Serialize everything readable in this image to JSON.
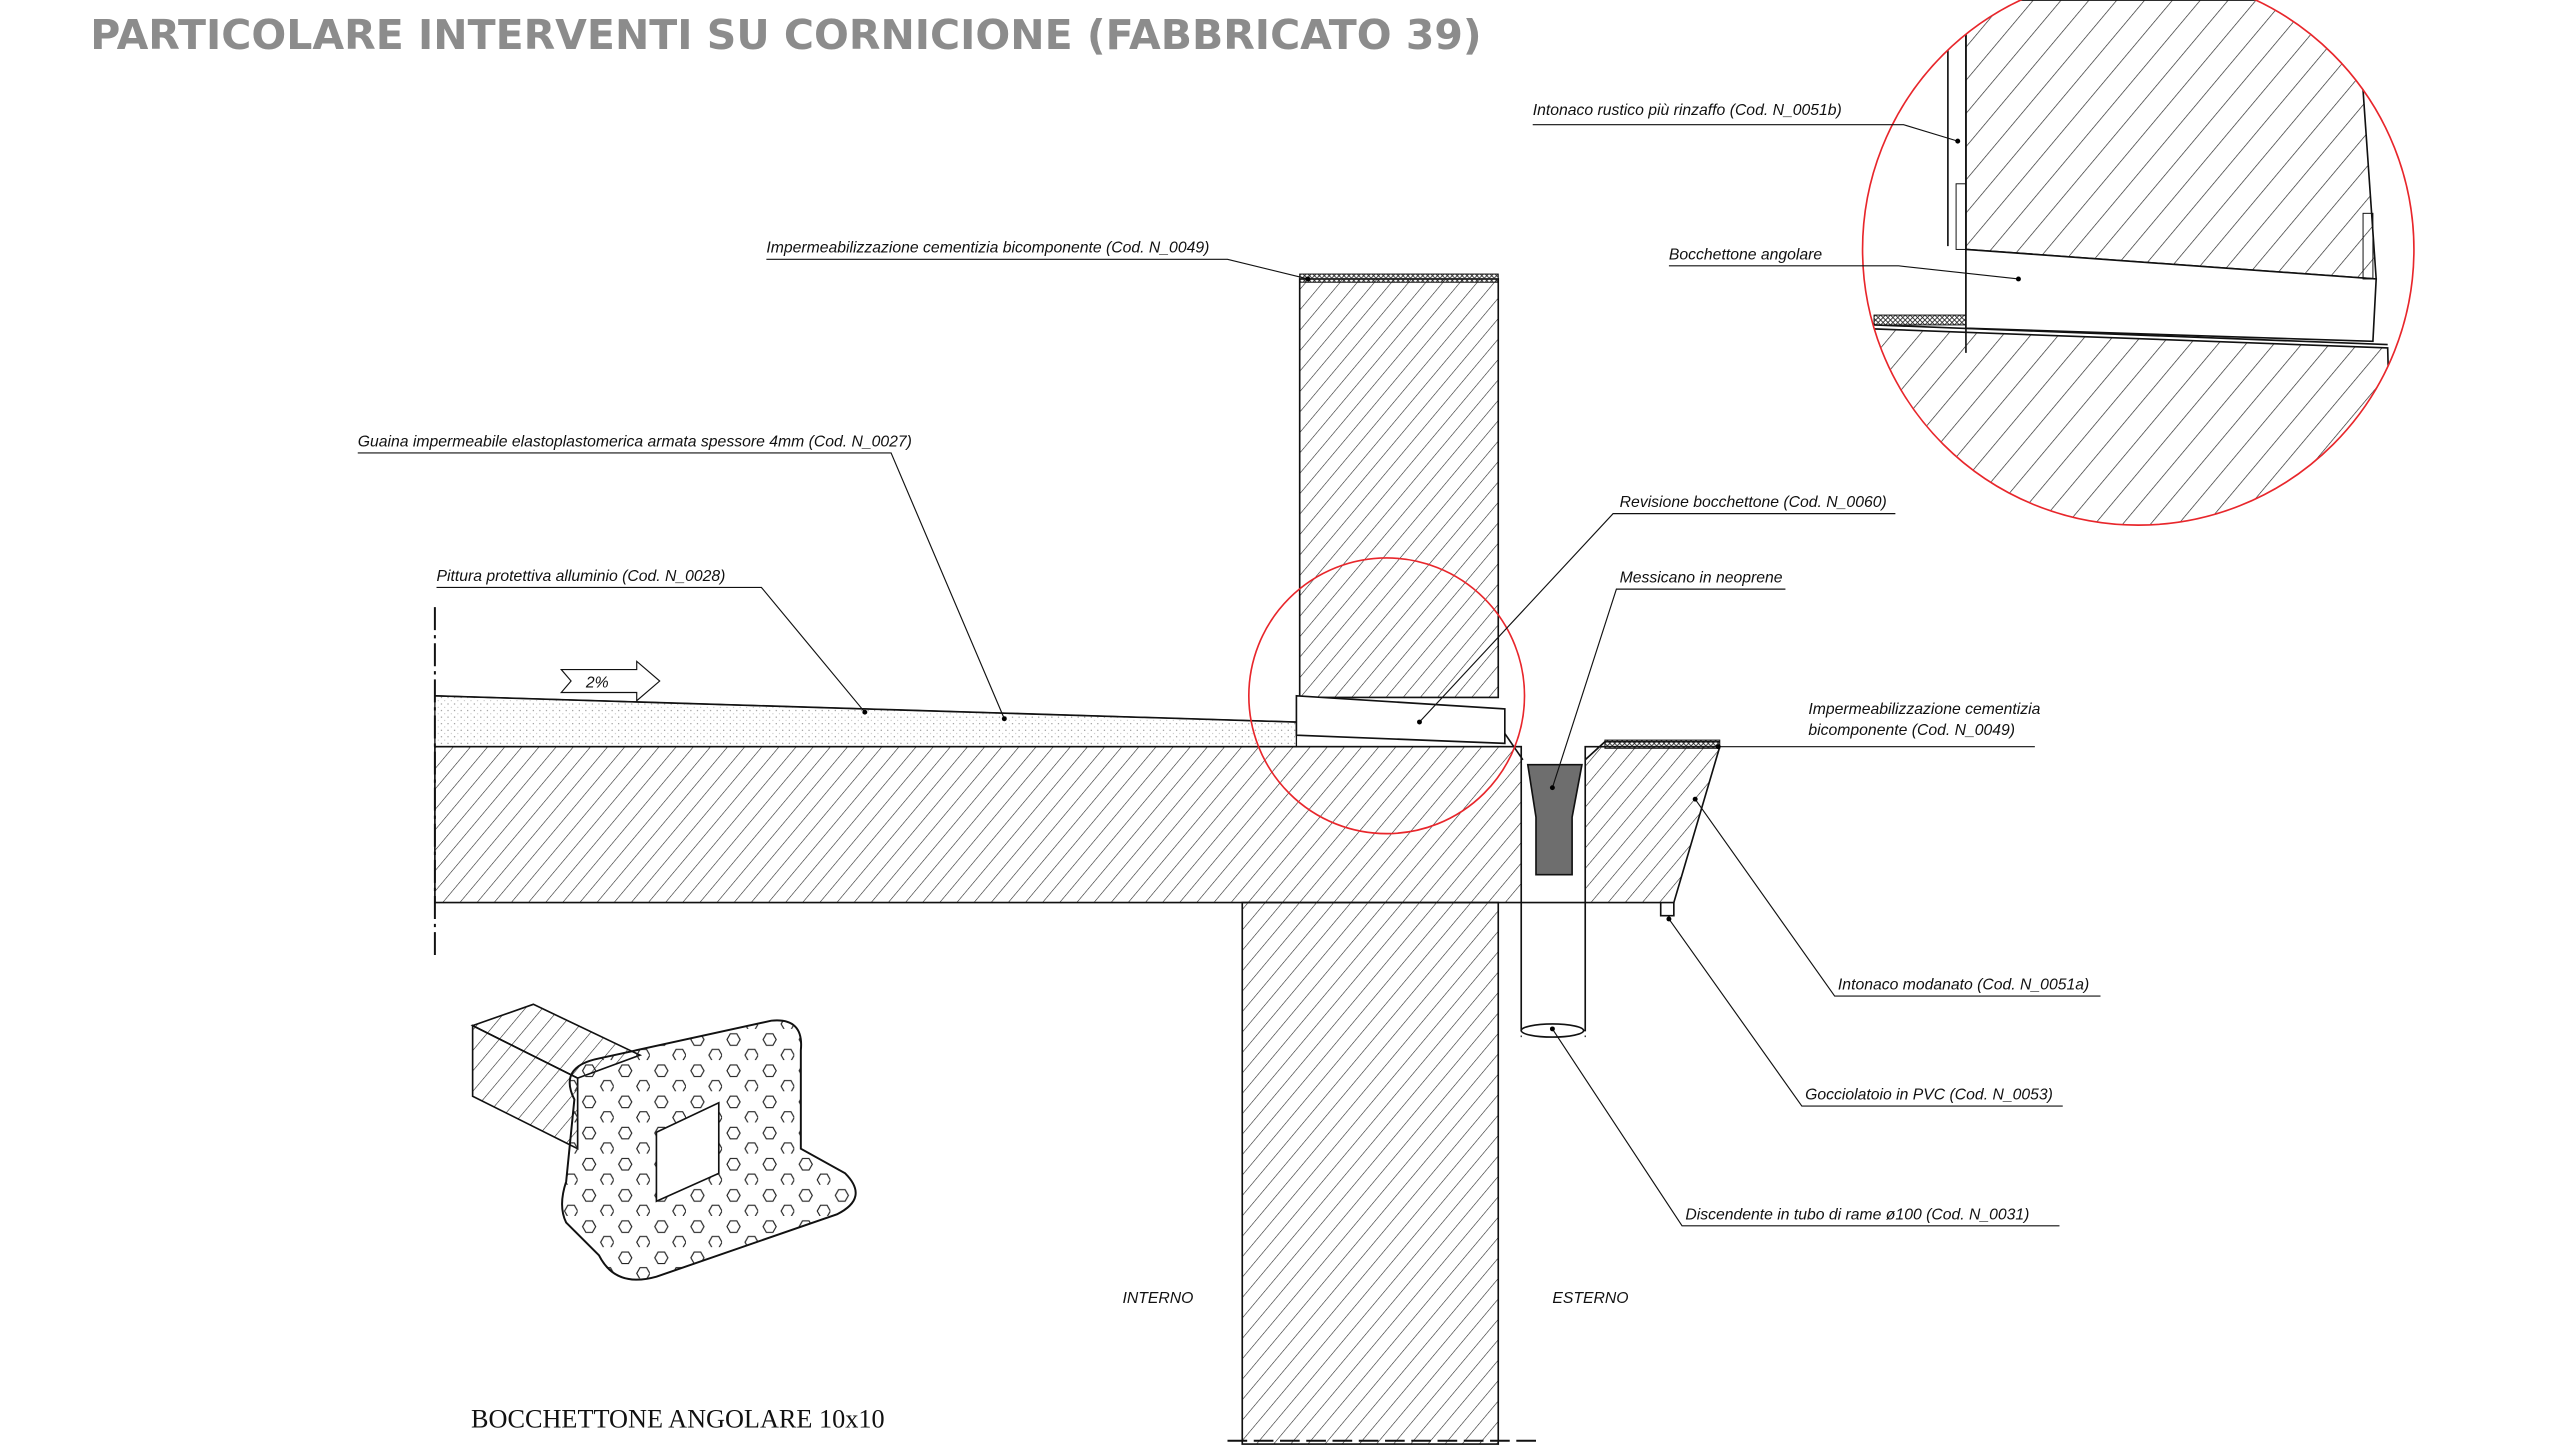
{
  "title": "PARTICOLARE INTERVENTI SU CORNICIONE (FABBRICATO 39)",
  "slope_label": "2%",
  "labels": {
    "imperm_top": "Impermeabilizzazione cementizia bicomponente (Cod. N_0049)",
    "guaina": "Guaina impermeabile elastoplastomerica armata spessore 4mm (Cod. N_0027)",
    "pittura": "Pittura protettiva alluminio   (Cod. N_0028)",
    "revisione": "Revisione bocchettone (Cod. N_0060)",
    "messicano": "Messicano in neoprene",
    "imperm_right_1": "Impermeabilizzazione cementizia",
    "imperm_right_2": "bicomponente (Cod. N_0049)",
    "intonaco_modanato": "Intonaco modanato (Cod. N_0051a)",
    "gocciolatoio": "Gocciolatoio in PVC (Cod. N_0053)",
    "discendente": "Discendente in tubo di rame ø100 (Cod. N_0031)",
    "intonaco_rustico": "Intonaco rustico più rinzaffo (Cod. N_0051b)",
    "bocchettone_angolare": "Bocchettone angolare",
    "interno": "INTERNO",
    "esterno": "ESTERNO",
    "caption": "BOCCHETTONE ANGOLARE 10x10"
  },
  "colors": {
    "title": "#8c8c8c",
    "detail_circle": "#e8262b",
    "neoprene": "#6e6e6e"
  }
}
